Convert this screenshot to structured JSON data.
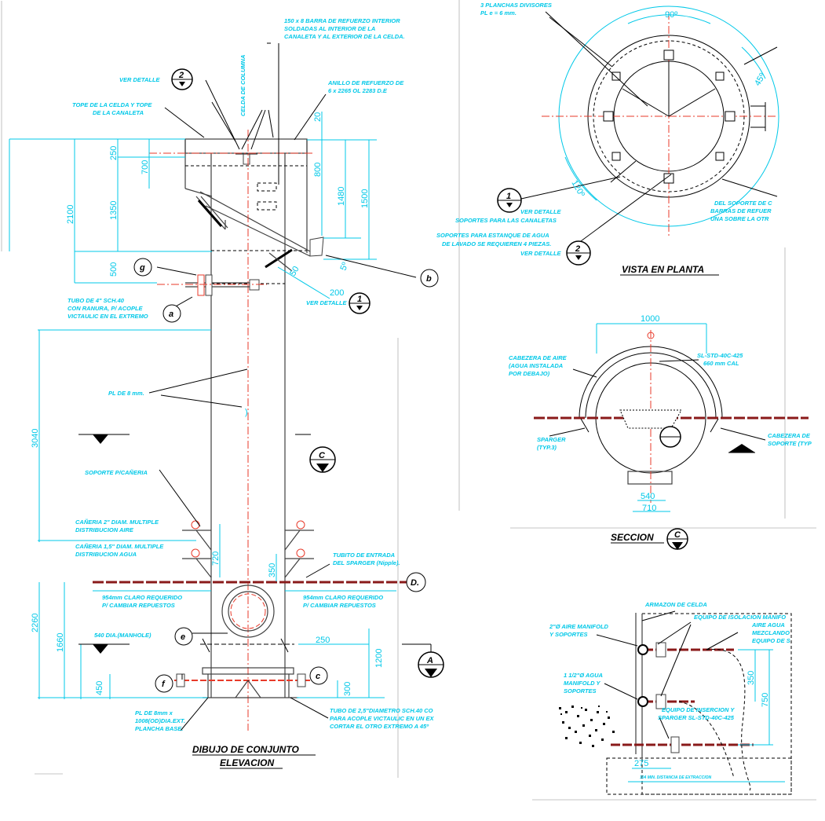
{
  "elevation": {
    "title": "DIBUJO DE CONJUNTO",
    "subtitle": "ELEVACION",
    "notes": {
      "bars": "150 x 8 BARRA DE REFUERZO INTERIOR",
      "bars2": "SOLDADAS AL INTERIOR DE LA",
      "bars3": "CANALETA Y AL EXTERIOR DE LA CELDA.",
      "ver2": "VER DETALLE",
      "tope": "TOPE DE LA CELDA Y TOPE",
      "tope2": "DE LA CANALETA",
      "anillo": "ANILLO DE REFUERZO DE",
      "anillo2": "6 x 2265 OL 2283 D.E",
      "celda": "CELDA DE COLUMNA",
      "tubo4": "TUBO DE 4\" SCH.40",
      "tubo4b": "CON RANURA, P/ ACOPLE",
      "tubo4c": "VICTAULIC EN EL EXTREMO",
      "ver1": "VER DETALLE",
      "pl": "PL DE 8 mm.",
      "soporte": "SOPORTE P/CAÑERIA",
      "caneria2": "CAÑERIA 2\" DIAM. MULTIPLE",
      "caneria2b": "DISTRIBUCION AIRE",
      "caneria15": "CAÑERIA 1,5\" DIAM. MULTIPLE",
      "caneria15b": "DISTRIBUCION AGUA",
      "tubito": "TUBITO DE ENTRADA",
      "tubito2": "DEL SPARGER (Nipple).",
      "claro1": "954mm CLARO REQUERIDO",
      "claro1b": "P/ CAMBIAR REPUESTOS",
      "claro2": "954mm CLARO REQUERIDO",
      "claro2b": "P/ CAMBIAR REPUESTOS",
      "manhole": "540 DIA.(MANHOLE)",
      "plbase": "PL DE 8mm x",
      "plbase2": "1008(OD)DIA.EXT.",
      "plbase3": "PLANCHA BASE.",
      "tubo25": "TUBO DE 2,5\"DIAMETRO SCH.40 CO",
      "tubo25b": "PARA ACOPLE VICTAULIC EN UN EX",
      "tubo25c": "CORTAR EL OTRO EXTREMO A 45º"
    },
    "dims": {
      "d250": "250",
      "d700": "700",
      "d1350": "1350",
      "d2100": "2100",
      "d500": "500",
      "d20": "20",
      "d800": "800",
      "d1480": "1480",
      "d1500": "1500",
      "d50": "50",
      "d200": "200",
      "d5": "5º",
      "d3040": "3040",
      "d720": "720",
      "d350": "350",
      "d2260": "2260",
      "d1660": "1660",
      "d450": "450",
      "d250b": "250",
      "d1200": "1200",
      "d300": "300"
    },
    "callouts": {
      "a": "a",
      "b": "b",
      "c": "c",
      "d": "D.",
      "e": "e",
      "f": "f",
      "g": "g"
    },
    "detail_marks": {
      "two": "2",
      "one": "1",
      "C": "C",
      "A": "A"
    }
  },
  "plan": {
    "title": "VISTA EN PLANTA",
    "notes": {
      "planchas": "3 PLANCHAS DIVISORES",
      "planchas2": "PL e = 6 mm.",
      "ver1": "VER DETALLE",
      "soportes": "SOPORTES PARA LAS CANALETAS",
      "estanque": "SOPORTES PARA ESTANQUE DE AGUA",
      "estanque2": "DE LAVADO SE REQUIEREN 4 PIEZAS.",
      "ver2": "VER DETALLE",
      "delsoporte": "DEL SOPORTE DE C",
      "barras": "BARRAS DE REFUER",
      "una": "UNA SOBRE LA OTR"
    },
    "dims": {
      "a90": "90º",
      "a45": "45º",
      "a120": "120º"
    },
    "marks": {
      "one": "1",
      "two": "2"
    }
  },
  "section": {
    "title": "SECCION",
    "mark": "C",
    "notes": {
      "cabezera": "CABEZERA DE AIRE",
      "cabezera2": "(AGUA INSTALADA",
      "cabezera3": "POR DEBAJO)",
      "sl": "SL-STD-40C-425",
      "sl2": "660 mm CAL",
      "sparger": "SPARGER",
      "sparger2": "(TYP.3)",
      "cabezera_r": "CABEZERA DE",
      "cabezera_r2": "SOPORTE (TYP"
    },
    "dims": {
      "d1000": "1000",
      "d540": "540",
      "d710": "710"
    }
  },
  "detail": {
    "notes": {
      "armazon": "ARMAZON DE CELDA",
      "equipo": "EQUIPO DE ISOLACION MANIFO",
      "aire": "AIRE AGUA",
      "mezclando": "MEZCLANDO",
      "equipo2": "EQUIPO DE S",
      "aire2": "2\"Ø AIRE MANIFOLD",
      "soportes": "Y SOPORTES",
      "agua": "1 1/2\"Ø AGUA",
      "manifold": "MANIFOLD Y",
      "soportes2": "SOPORTES",
      "insercion": "EQUIPO DE INSERCION Y",
      "insercion2": "SPARGER SL-STD-40C-425",
      "extraccion": "104 MIN. DISTANCIA DE EXTRACCION"
    },
    "dims": {
      "d350": "350",
      "d750": "750",
      "d275": "275"
    }
  }
}
